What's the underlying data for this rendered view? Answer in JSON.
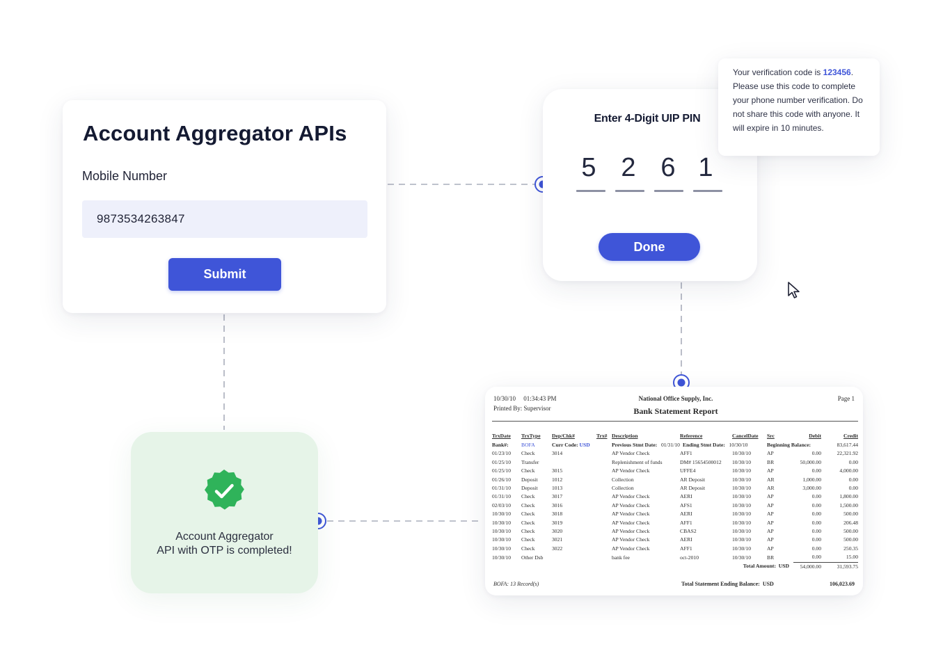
{
  "form": {
    "title": "Account Aggregator APIs",
    "mobile_label": "Mobile Number",
    "mobile_value": "9873534263847",
    "submit_label": "Submit"
  },
  "pin": {
    "title": "Enter 4-Digit UIP PIN",
    "digits": [
      "5",
      "2",
      "6",
      "1"
    ],
    "done_label": "Done"
  },
  "sms": {
    "text_prefix": "Your verification code is ",
    "code": "123456",
    "text_suffix": ". Please use this code to complete your phone number verification. Do not share this code with anyone. It will expire in 10 minutes."
  },
  "success": {
    "line1": "Account Aggregator",
    "line2": "API with OTP is completed!",
    "icon": "check-badge-icon"
  },
  "statement": {
    "date": "10/30/10",
    "time": "01:34:43 PM",
    "printed_by": "Printed By: Supervisor",
    "company": "National Office Supply, Inc.",
    "report_title": "Bank Statement Report",
    "page": "Page 1",
    "columns": [
      "TrxDate",
      "TrxType",
      "Dep/Chk#",
      "Trx#",
      "Description",
      "Reference",
      "CancelDate",
      "Src",
      "Debit",
      "Credit"
    ],
    "bank_row": {
      "bank_label": "Bank#:",
      "bank_value": "BOFA",
      "curr_label": "Curr Code:",
      "curr_value": "USD",
      "prev_label": "Previous Stmt Date:",
      "prev_value": "01/31/10",
      "end_label": "Ending Stmt Date:",
      "end_value": "10/30/10",
      "begin_label": "Beginning Balance:",
      "begin_value": "83,617.44"
    },
    "rows": [
      [
        "01/23/10",
        "Check",
        "3014",
        "",
        "AP Vendor Check",
        "AFF1",
        "10/30/10",
        "AP",
        "0.00",
        "22,321.92"
      ],
      [
        "01/25/10",
        "Transfer",
        "",
        "",
        "Replenishment of funds",
        "DM# 15654500012",
        "10/30/10",
        "BR",
        "50,000.00",
        "0.00"
      ],
      [
        "01/25/10",
        "Check",
        "3015",
        "",
        "AP Vendor Check",
        "UFFE4",
        "10/30/10",
        "AP",
        "0.00",
        "4,000.00"
      ],
      [
        "01/26/10",
        "Deposit",
        "1012",
        "",
        "Collection",
        "AR Deposit",
        "10/30/10",
        "AR",
        "1,000.00",
        "0.00"
      ],
      [
        "01/31/10",
        "Deposit",
        "1013",
        "",
        "Collection",
        "AR Deposit",
        "10/30/10",
        "AR",
        "3,000.00",
        "0.00"
      ],
      [
        "01/31/10",
        "Check",
        "3017",
        "",
        "AP Vendor Check",
        "AERI",
        "10/30/10",
        "AP",
        "0.00",
        "1,800.00"
      ],
      [
        "02/03/10",
        "Check",
        "3016",
        "",
        "AP Vendor Check",
        "AFS1",
        "10/30/10",
        "AP",
        "0.00",
        "1,500.00"
      ],
      [
        "10/30/10",
        "Check",
        "3018",
        "",
        "AP Vendor Check",
        "AERI",
        "10/30/10",
        "AP",
        "0.00",
        "500.00"
      ],
      [
        "10/30/10",
        "Check",
        "3019",
        "",
        "AP Vendor Check",
        "AFF1",
        "10/30/10",
        "AP",
        "0.00",
        "206.48"
      ],
      [
        "10/30/10",
        "Check",
        "3020",
        "",
        "AP Vendor Check",
        "CBAS2",
        "10/30/10",
        "AP",
        "0.00",
        "500.00"
      ],
      [
        "10/30/10",
        "Check",
        "3021",
        "",
        "AP Vendor Check",
        "AERI",
        "10/30/10",
        "AP",
        "0.00",
        "500.00"
      ],
      [
        "10/30/10",
        "Check",
        "3022",
        "",
        "AP Vendor Check",
        "AFF1",
        "10/30/10",
        "AP",
        "0.00",
        "250.35"
      ],
      [
        "10/30/10",
        "Other Dsb",
        "",
        "",
        "bank fee",
        "oct-2010",
        "10/30/10",
        "BR",
        "0.00",
        "15.00"
      ]
    ],
    "total_label": "Total Amount:",
    "total_currency": "USD",
    "total_debit": "54,000.00",
    "total_credit": "31,593.75",
    "records": "BOFA: 13 Record(s)",
    "ending_label": "Total Statement Ending Balance:",
    "ending_currency": "USD",
    "ending_value": "106,023.69"
  },
  "colors": {
    "accent": "#3f55d8",
    "success_bg": "#e6f4e8",
    "success_badge": "#2fb35a",
    "input_bg": "#eef0fb"
  }
}
